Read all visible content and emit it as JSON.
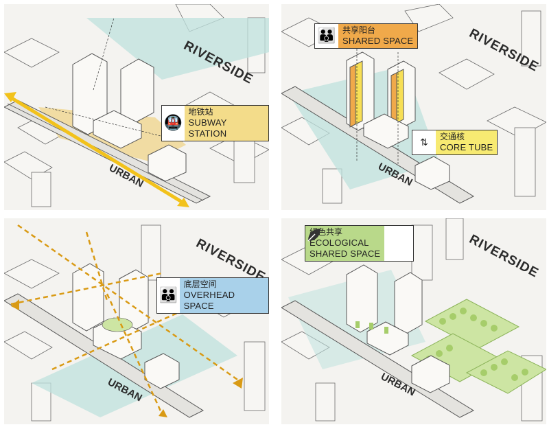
{
  "road_label": "RIVERSIDE",
  "urban_label": "URBAN",
  "panels": {
    "subway": {
      "cn": "地铁站",
      "en": "SUBWAY STATION",
      "icon": "train-icon",
      "color": "#f3dc8a"
    },
    "shared": {
      "cn": "共享阳台",
      "en": "SHARED SPACE",
      "icon": "people-icon",
      "color": "#f0a94a",
      "core": {
        "cn": "交通核",
        "en": "CORE TUBE",
        "icon": "elevator-icon",
        "color": "#f7ea72"
      }
    },
    "overhead": {
      "cn": "底层空间",
      "en": "OVERHEAD SPACE",
      "icon": "people-icon",
      "color": "#a9d1ea"
    },
    "ecological": {
      "cn": "绿色共享",
      "en_line1": "ECOLOGICAL",
      "en_line2": "SHARED SPACE",
      "icon": "leaf-icon",
      "color": "#b9d98a"
    }
  },
  "colors": {
    "building": "#f7f6f3",
    "outline": "#555555",
    "sightline": "#bfe1de",
    "path": "#d99a14",
    "green": "#cde5a3"
  }
}
